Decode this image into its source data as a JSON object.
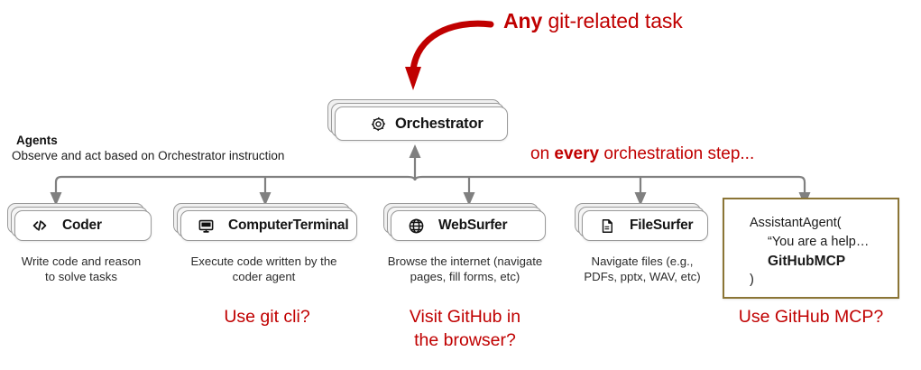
{
  "diagram": {
    "headline": {
      "bold": "Any",
      "rest": " git-related task"
    },
    "steps_note": {
      "pre": "on ",
      "bold": "every",
      "post": " orchestration step..."
    },
    "agents_group": {
      "title": "Agents",
      "subtitle": "Observe and act based on Orchestrator instruction"
    },
    "orchestrator": {
      "label": "Orchestrator",
      "icon": "gear-icon"
    },
    "agents": [
      {
        "label": "Coder",
        "icon": "code-brackets-icon",
        "caption": "Write code and reason\nto solve tasks",
        "caption_line1": "Write code and reason",
        "caption_line2": "to solve tasks"
      },
      {
        "label": "ComputerTerminal",
        "icon": "monitor-icon",
        "caption": "Execute code written by the\ncoder agent",
        "caption_line1": "Execute code written by the",
        "caption_line2": "coder agent"
      },
      {
        "label": "WebSurfer",
        "icon": "globe-icon",
        "caption": "Browse the internet (navigate\npages, fill forms, etc)",
        "caption_line1": "Browse the internet (navigate",
        "caption_line2": "pages, fill forms, etc)"
      },
      {
        "label": "FileSurfer",
        "icon": "file-document-icon",
        "caption": "Navigate files (e.g.,\nPDFs, pptx, WAV, etc)",
        "caption_line1": "Navigate files (e.g.,",
        "caption_line2": "PDFs, pptx, WAV, etc)"
      }
    ],
    "assistant_agent_box": {
      "line1": "AssistantAgent(",
      "line2": "“You are a help…",
      "line3": "GitHubMCP",
      "line4": ")",
      "border_color": "#8B7536"
    },
    "questions": [
      {
        "line1": "Use git cli?",
        "line2": ""
      },
      {
        "line1": "Visit GitHub in",
        "line2": "the browser?"
      },
      {
        "line1": "Use GitHub MCP?",
        "line2": ""
      }
    ],
    "colors": {
      "accent_red": "#C00000",
      "box_border": "#9a9a9a",
      "code_box_border": "#8B7536",
      "connector": "#808080"
    }
  }
}
